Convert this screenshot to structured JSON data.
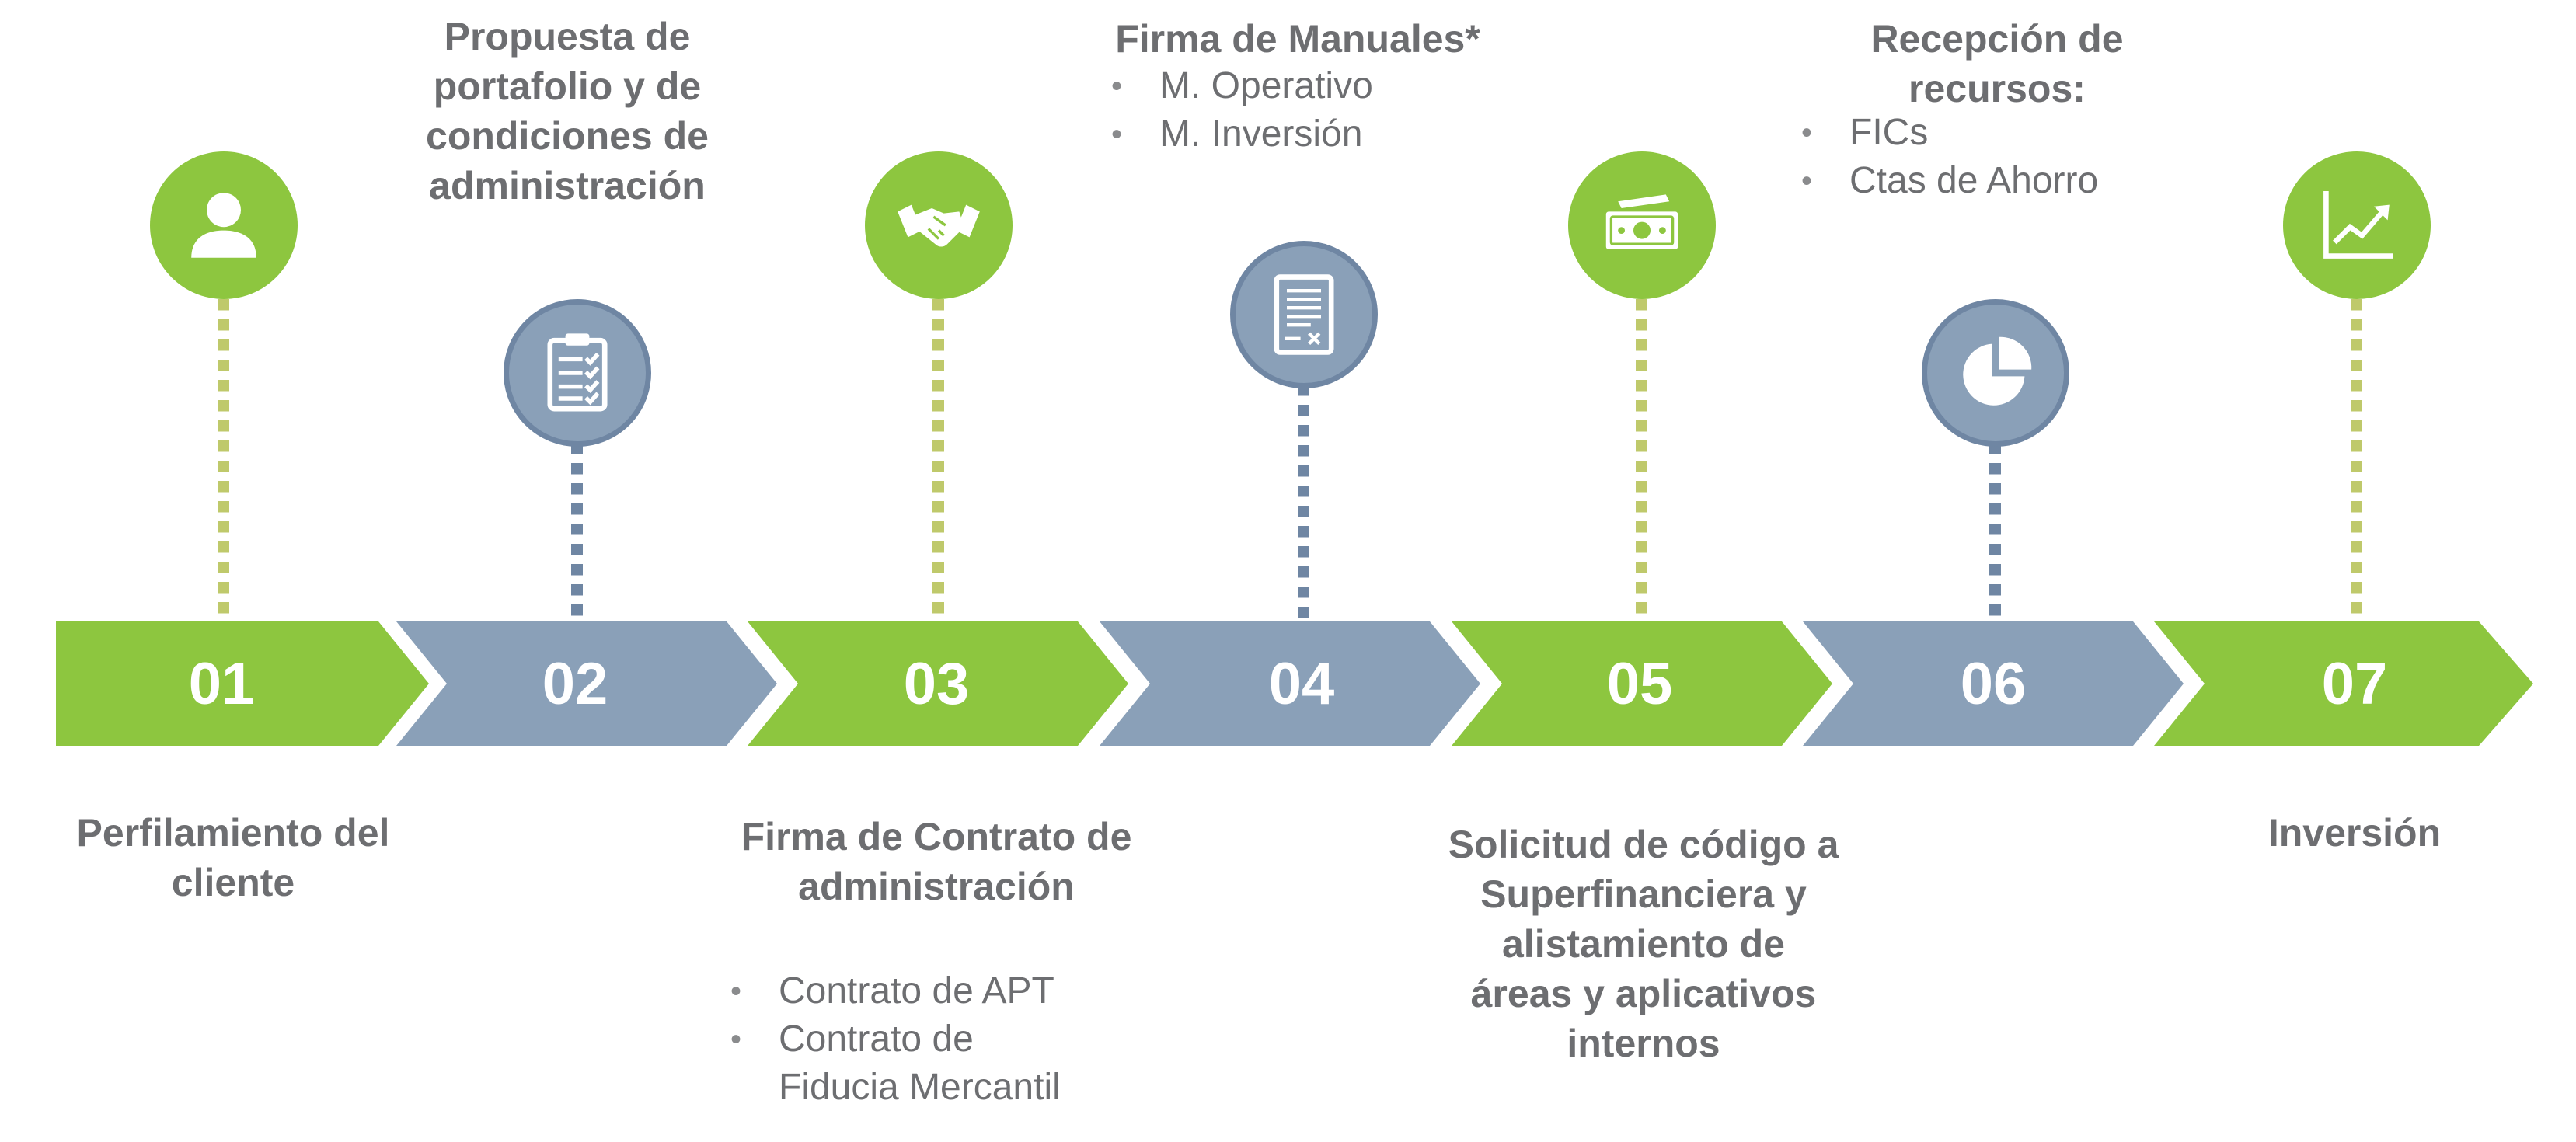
{
  "colors": {
    "green": "#8dc63f",
    "blue": "#8aa0b8",
    "blue_dark": "#6f86a3",
    "text_gray": "#6d6e71",
    "connector_green": "#bfc96b"
  },
  "steps": [
    {
      "number": "01",
      "color": "green",
      "icon": "person-icon",
      "label_lines": [
        "Perfilamiento del",
        "cliente"
      ]
    },
    {
      "number": "02",
      "color": "blue",
      "icon": "clipboard-checklist-icon",
      "label_lines": [
        "Propuesta de",
        "portafolio y de",
        "condiciones de",
        "administración"
      ]
    },
    {
      "number": "03",
      "color": "green",
      "icon": "handshake-icon",
      "label_lines": [
        "Firma de Contrato de",
        "administración"
      ],
      "bullets": [
        [
          "Contrato de APT"
        ],
        [
          "Contrato de",
          "Fiducia Mercantil"
        ]
      ]
    },
    {
      "number": "04",
      "color": "blue",
      "icon": "signed-document-icon",
      "label_lines": [
        "Firma de Manuales*"
      ],
      "bullets": [
        [
          "M. Operativo"
        ],
        [
          "M. Inversión"
        ]
      ]
    },
    {
      "number": "05",
      "color": "green",
      "icon": "money-bill-icon",
      "label_lines": [
        "Solicitud de código a",
        "Superfinanciera y",
        "alistamiento de",
        "áreas y aplicativos",
        "internos"
      ]
    },
    {
      "number": "06",
      "color": "blue",
      "icon": "pie-chart-icon",
      "label_lines": [
        "Recepción de",
        "recursos:"
      ],
      "bullets": [
        [
          "FICs"
        ],
        [
          "Ctas de Ahorro"
        ]
      ]
    },
    {
      "number": "07",
      "color": "green",
      "icon": "growth-chart-icon",
      "label_lines": [
        "Inversión"
      ]
    }
  ]
}
